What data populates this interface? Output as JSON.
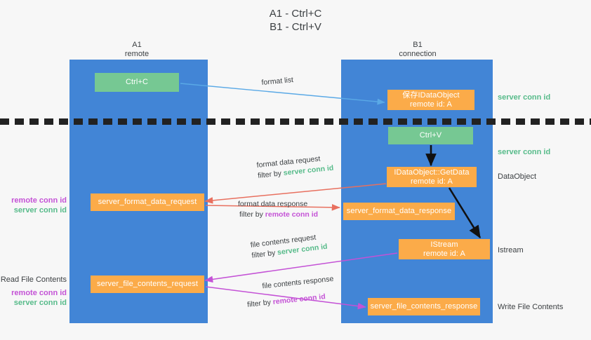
{
  "title": "A1 - Ctrl+C\nB1 - Ctrl+V",
  "colors": {
    "lane": "#4285d6",
    "green_box": "#76c893",
    "orange_box": "#fbab49",
    "server_conn_id": "#57bb8a",
    "remote_conn_id": "#c452d6",
    "background": "#f7f7f7",
    "arrow_red": "#e8705f",
    "arrow_blue": "#5aa9e6",
    "arrow_magenta": "#c452d6",
    "arrow_black": "#111111"
  },
  "columns": [
    {
      "name": "a1",
      "title": "A1\nremote"
    },
    {
      "name": "b1",
      "title": "B1\nconnection"
    }
  ],
  "boxes": {
    "ctrl_c": "Ctrl+C",
    "save_idataobject": "保存IDataObject\nremote id: A",
    "ctrl_v": "Ctrl+V",
    "idataobject_getdata": "IDataObject::GetData\nremote id: A",
    "server_format_data_request": "server_format_data_request",
    "server_format_data_response": "server_format_data_response",
    "istream": "IStream\nremote id: A",
    "server_file_contents_request": "server_file_contents_request",
    "server_file_contents_response": "server_file_contents_response"
  },
  "edge_labels": {
    "format_list": "format list",
    "format_data_request": "format data request",
    "format_data_request_filter_prefix": "filter by ",
    "format_data_request_filter_value": "server conn id",
    "format_data_response": "format data response",
    "format_data_response_filter_prefix": "filter by ",
    "format_data_response_filter_value": "remote conn id",
    "file_contents_request": "file contents request",
    "file_contents_request_filter_prefix": "filter by ",
    "file_contents_request_filter_value": "server conn id",
    "file_contents_response": "file contents response",
    "file_contents_response_filter_prefix": "filter by ",
    "file_contents_response_filter_value": "remote conn id"
  },
  "right_notes": {
    "server_conn_id_top": "server conn id",
    "server_conn_id_mid": "server conn id",
    "dataobject": "DataObject",
    "istream": "Istream",
    "write_file_contents": "Write File Contents"
  },
  "left_notes": {
    "remote_conn_id_upper": "remote conn id",
    "server_conn_id_upper": "server conn id",
    "read_file_contents": "Read File Contents",
    "remote_conn_id_lower": "remote conn id",
    "server_conn_id_lower": "server conn id"
  }
}
